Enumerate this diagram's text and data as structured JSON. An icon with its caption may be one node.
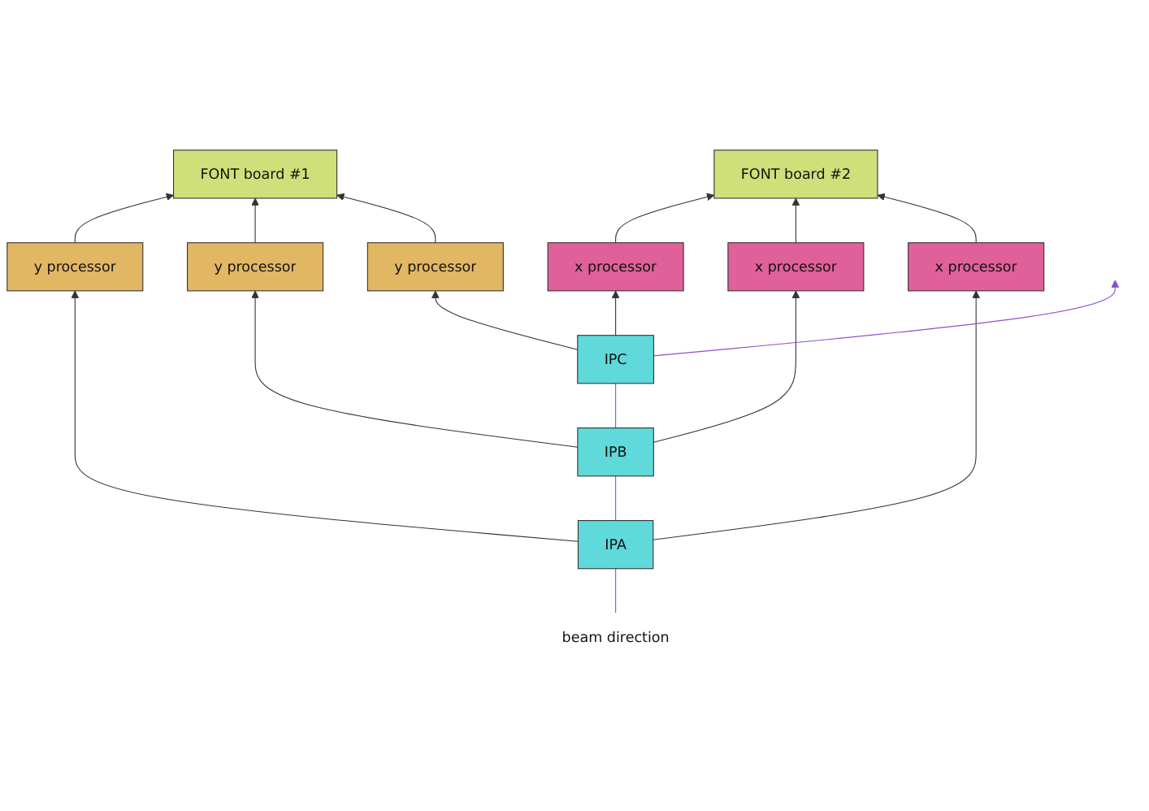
{
  "diagram": {
    "nodes": [
      {
        "text": [
          "FONT board #1"
        ]
      },
      {
        "text": [
          "FONT board #2"
        ]
      },
      {
        "text": [
          "y processor"
        ]
      },
      {
        "text": [
          "y processor"
        ]
      },
      {
        "text": [
          "y processor"
        ]
      },
      {
        "text": [
          "x processor"
        ]
      },
      {
        "text": [
          "x processor"
        ]
      },
      {
        "text": [
          "x processor"
        ]
      },
      {
        "text": [
          "beam direction"
        ]
      },
      {
        "text": [
          "IPA"
        ]
      },
      {
        "text": [
          "IPB"
        ]
      },
      {
        "text": [
          "IPC"
        ]
      }
    ],
    "edges": [
      {
        "from": 2,
        "to": 0,
        "arrow": "to"
      },
      {
        "from": 3,
        "to": 0,
        "arrow": "to"
      },
      {
        "from": 4,
        "to": 0,
        "arrow": "to"
      },
      {
        "from": 5,
        "to": 1,
        "arrow": "to"
      },
      {
        "from": 6,
        "to": 1,
        "arrow": "to"
      },
      {
        "from": 7,
        "to": 1,
        "arrow": "to"
      },
      {
        "from": 9,
        "to": 2,
        "arrow": "to"
      },
      {
        "from": 10,
        "to": 3,
        "arrow": "to"
      },
      {
        "from": 11,
        "to": 4,
        "arrow": "to"
      },
      {
        "from": 11,
        "to": 5,
        "arrow": "to"
      },
      {
        "from": 10,
        "to": 6,
        "arrow": "to"
      },
      {
        "from": 9,
        "to": 7,
        "arrow": "to"
      },
      {
        "from": 8,
        "to": 9,
        "arrow": "none",
        "color": "#8a4fc8"
      },
      {
        "from": 9,
        "to": 10,
        "arrow": "none",
        "color": "#8a4fc8"
      },
      {
        "from": 10,
        "to": 11,
        "arrow": "none",
        "color": "#8a4fc8"
      },
      {
        "from": 11,
        "to": null,
        "arrow": "to",
        "color": "#8a4fc8"
      }
    ]
  }
}
